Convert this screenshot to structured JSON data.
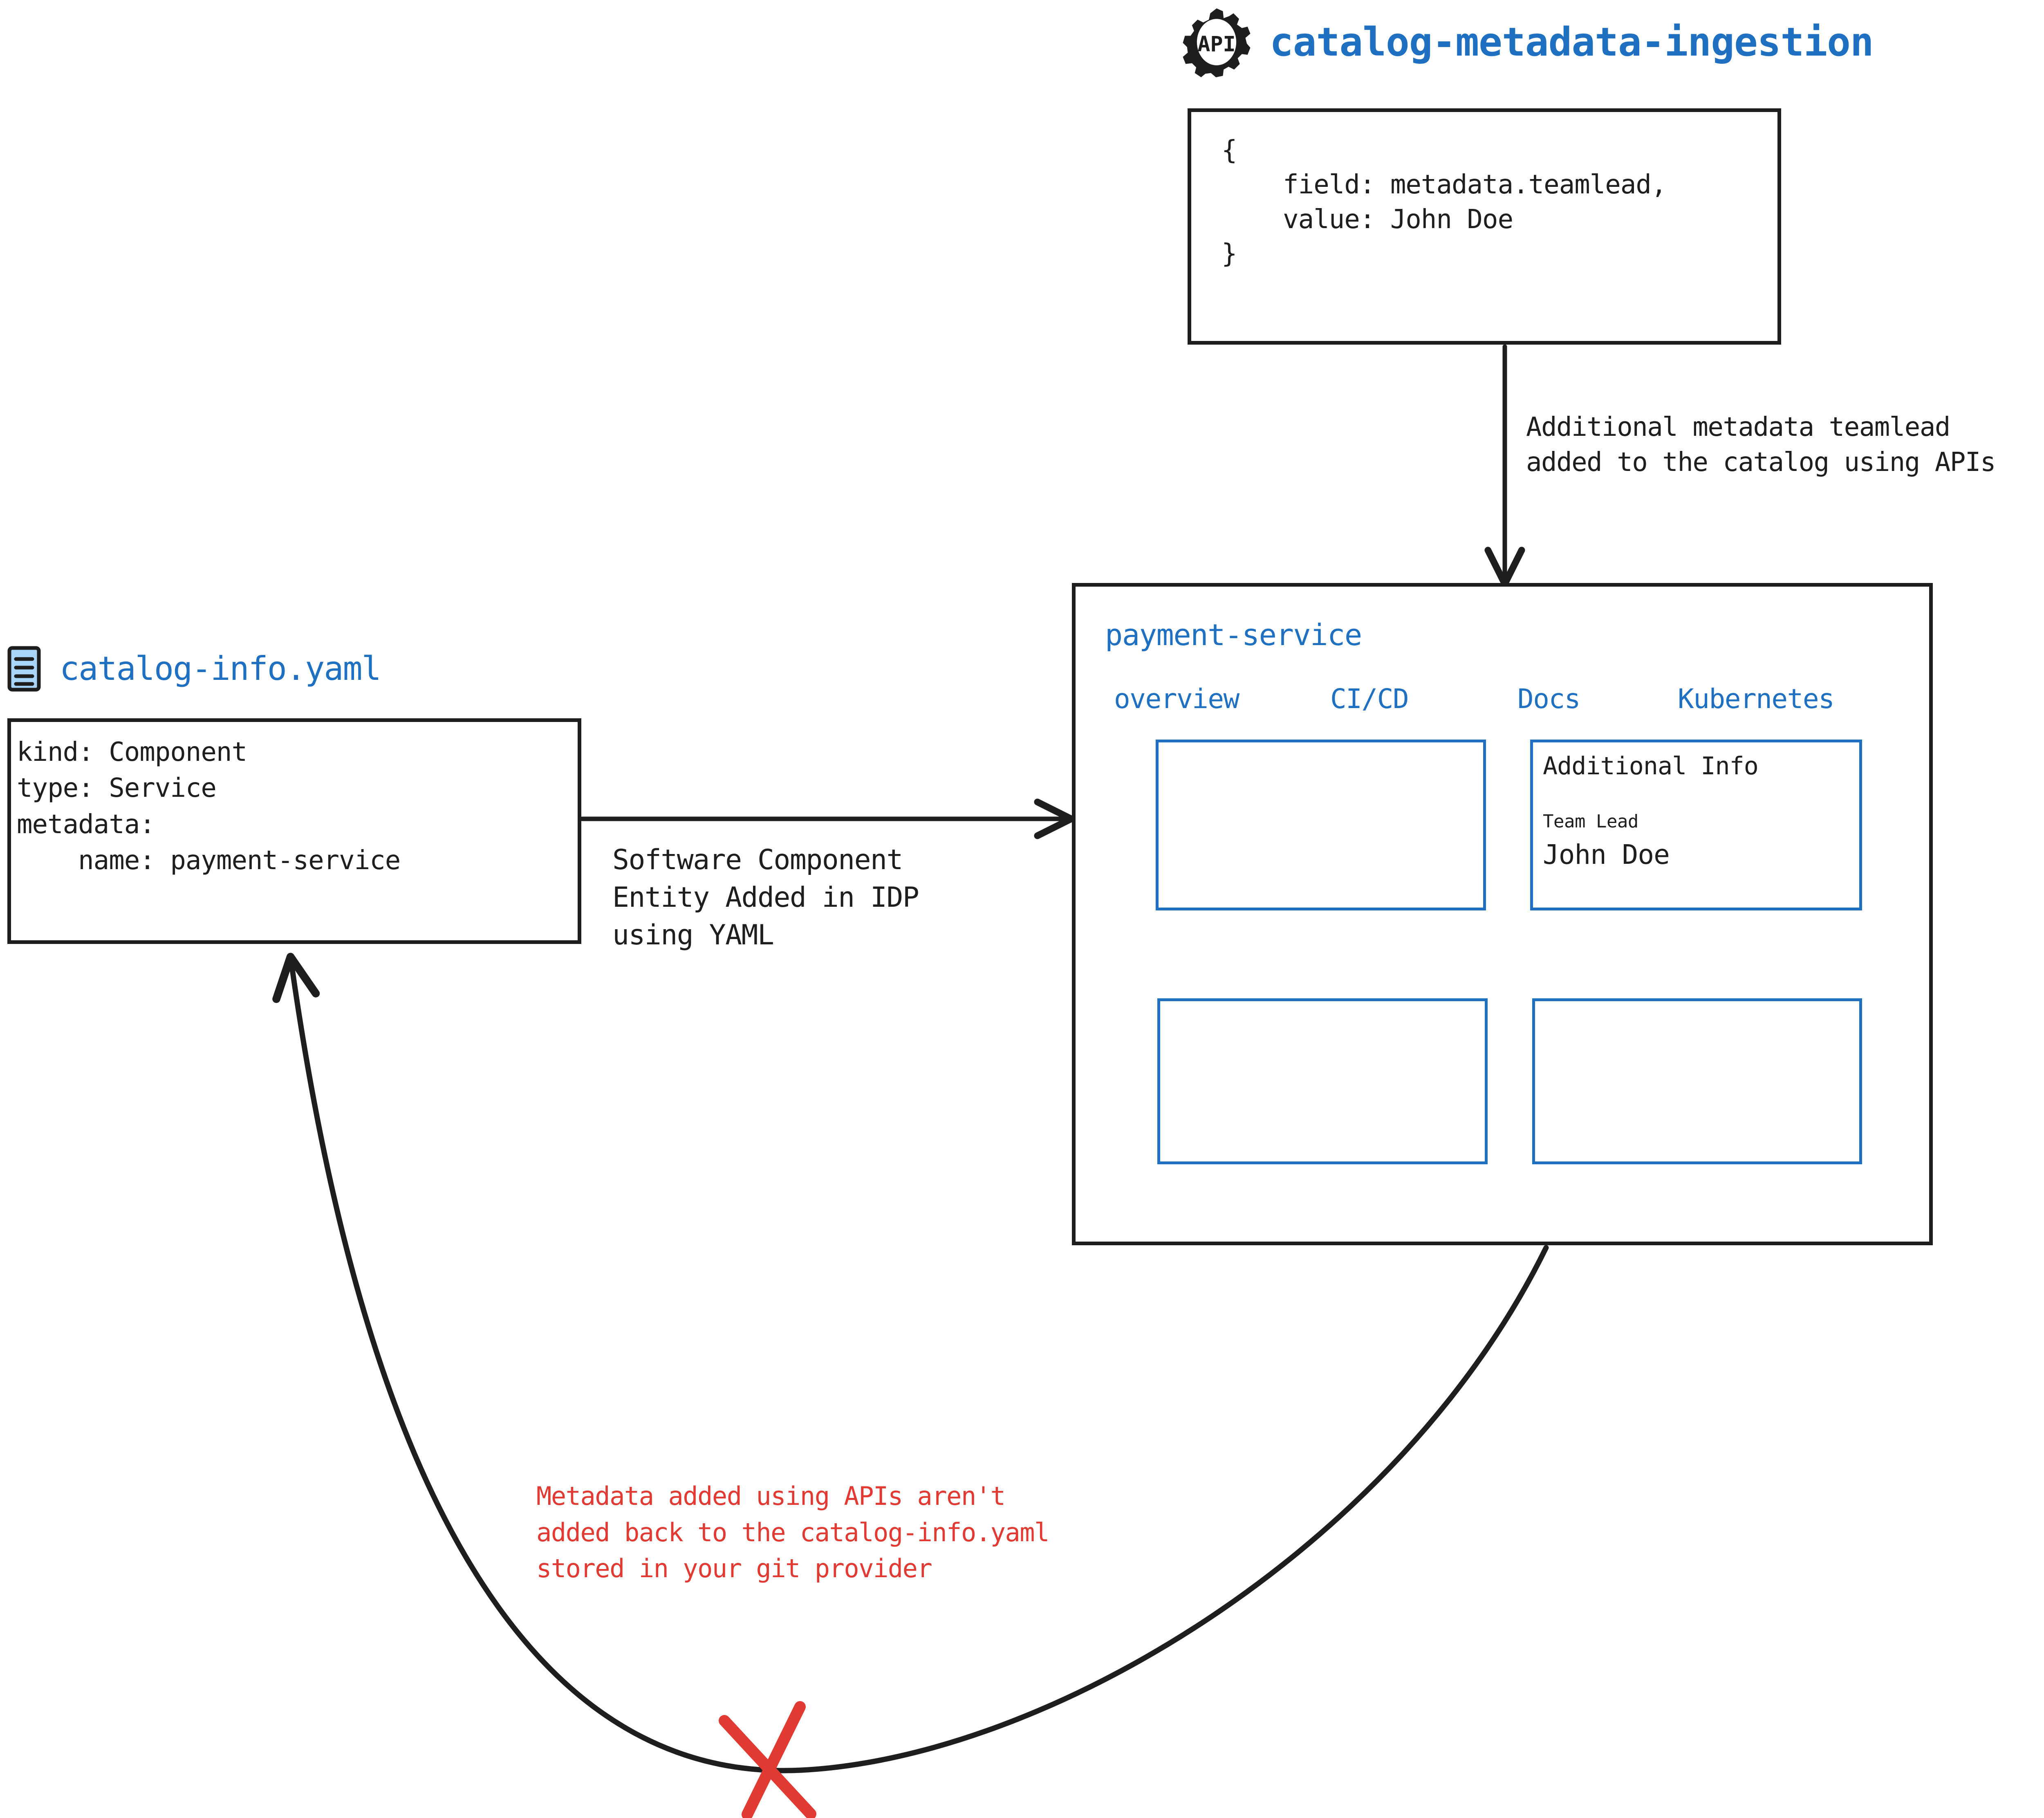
{
  "colors": {
    "accent_blue": "#1f70c1",
    "ink": "#1e1e1e",
    "warning_red": "#e03a33",
    "icon_fill_blue": "#a8d5f8"
  },
  "api_source": {
    "icon": "api-gear-icon",
    "icon_label": "API",
    "title": "catalog-metadata-ingestion",
    "payload_lines": [
      "{",
      "    field: metadata.teamlead,",
      "    value: John Doe",
      "}"
    ]
  },
  "edges": {
    "api_to_panel_label": [
      "Additional metadata teamlead",
      "added to the catalog using APIs"
    ],
    "yaml_to_panel_label": [
      "Software Component",
      "Entity Added in IDP",
      "using YAML"
    ],
    "panel_to_yaml_warning": [
      "Metadata added using APIs aren't",
      "added back to the catalog-info.yaml",
      "stored in your git provider"
    ],
    "blocked_marker": "red-x-icon"
  },
  "yaml_source": {
    "icon": "yaml-file-icon",
    "title": "catalog-info.yaml",
    "code_lines": [
      "kind: Component",
      "type: Service",
      "metadata:",
      "    name: payment-service"
    ]
  },
  "portal": {
    "entity_title": "payment-service",
    "tabs": [
      {
        "label": "overview"
      },
      {
        "label": "CI/CD"
      },
      {
        "label": "Docs"
      },
      {
        "label": "Kubernetes"
      }
    ],
    "widgets": [
      {
        "name": "widget-top-left",
        "content": ""
      },
      {
        "name": "widget-top-right",
        "content": "additional-info"
      },
      {
        "name": "widget-bottom-left",
        "content": ""
      },
      {
        "name": "widget-bottom-right",
        "content": ""
      }
    ],
    "additional_info": {
      "heading": "Additional Info",
      "field_label": "Team Lead",
      "field_value": "John Doe"
    }
  }
}
